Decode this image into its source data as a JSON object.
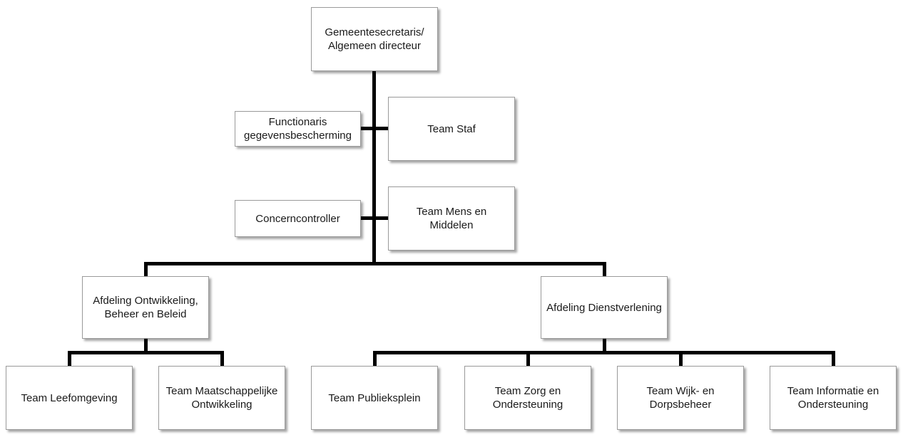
{
  "org_chart": {
    "top": "Gemeentesecretaris/\nAlgemeen directeur",
    "staff_left_1": "Functionaris\ngegevensbescherming",
    "staff_right_1": "Team Staf",
    "staff_left_2": "Concerncontroller",
    "staff_right_2": "Team Mens en\nMiddelen",
    "dept_1": {
      "name": "Afdeling Ontwikkeling,\nBeheer en Beleid",
      "teams": [
        "Team Leefomgeving",
        "Team Maatschappelijke\nOntwikkeling"
      ]
    },
    "dept_2": {
      "name": "Afdeling Dienstverlening",
      "teams": [
        "Team Publieksplein",
        "Team Zorg en\nOndersteuning",
        "Team Wijk- en\nDorpsbeheer",
        "Team Informatie en\nOndersteuning"
      ]
    }
  }
}
